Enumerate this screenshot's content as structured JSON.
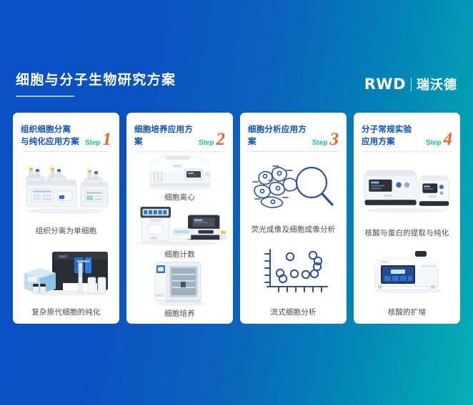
{
  "header": {
    "title": "细胞与分子生物研究方案",
    "logo_mark": "RWD",
    "logo_cn": "瑞沃德",
    "accent_blue": "#0a4fc4",
    "accent_teal": "#06b0b3",
    "step_label_color": "#16c79a",
    "step_number_color": "#f0622a"
  },
  "cards": [
    {
      "title": "组织细胞分离\n与纯化应用方案",
      "title_line1": "组织细胞分离",
      "title_line2": "与纯化应用方案",
      "step_label": "Step",
      "step_number": "1",
      "blocks": [
        {
          "icon": "tissue-dissociator-icon",
          "caption": "组织分离为单细胞"
        },
        {
          "icon": "cell-sorter-icon",
          "caption": "复杂原代细胞的纯化"
        }
      ]
    },
    {
      "title": "细胞培养应用方案",
      "title_line1": "细胞培养应用方案",
      "title_line2": "",
      "step_label": "Step",
      "step_number": "2",
      "blocks": [
        {
          "icon": "centrifuge-icon",
          "caption": "细胞离心"
        },
        {
          "icon": "cell-counter-icon",
          "caption": "细胞计数"
        },
        {
          "icon": "co2-incubator-icon",
          "caption": "细胞培养"
        }
      ]
    },
    {
      "title": "细胞分析应用方案",
      "title_line1": "细胞分析应用方案",
      "title_line2": "",
      "step_label": "Step",
      "step_number": "3",
      "blocks": [
        {
          "icon": "cells-magnifier-icon",
          "caption": "荧光成像及细胞成像分析"
        },
        {
          "icon": "scatter-plot-icon",
          "caption": "流式细胞分析"
        }
      ]
    },
    {
      "title": "分子常规实验\n应用方案",
      "title_line1": "分子常规实验",
      "title_line2": "应用方案",
      "step_label": "Step",
      "step_number": "4",
      "blocks": [
        {
          "icon": "nucleic-acid-extractor-icon",
          "caption": "核酸与蛋白的提取与纯化"
        },
        {
          "icon": "pcr-thermocycler-icon",
          "caption": "核酸的扩增"
        }
      ]
    }
  ]
}
